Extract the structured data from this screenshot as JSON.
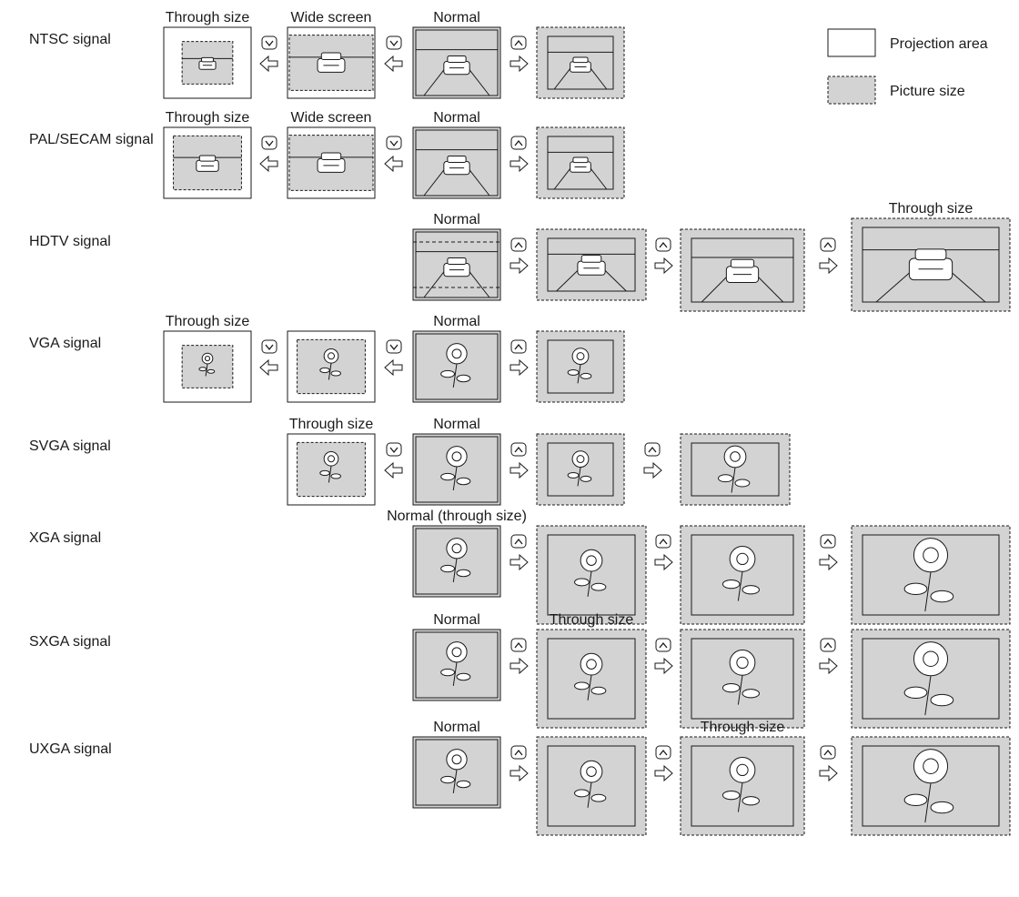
{
  "legend": {
    "projection_area": "Projection area",
    "picture_size": "Picture size"
  },
  "rows": [
    {
      "label": "NTSC signal",
      "image": "car",
      "steps": [
        {
          "caption": "Through size",
          "screen": "boxed",
          "pic": "small"
        },
        {
          "caption": "Wide screen",
          "screen": "boxed",
          "pic": "wide"
        },
        {
          "caption": "Normal",
          "screen": "filled",
          "pic": "full"
        },
        {
          "caption": "",
          "screen": "dashed",
          "pic": "zoom"
        }
      ],
      "arrows": [
        "down-left",
        "down-left",
        "up-right"
      ]
    },
    {
      "label": "PAL/SECAM signal",
      "image": "car",
      "steps": [
        {
          "caption": "Through size",
          "screen": "boxed",
          "pic": "medium"
        },
        {
          "caption": "Wide screen",
          "screen": "boxed",
          "pic": "wide"
        },
        {
          "caption": "Normal",
          "screen": "filled",
          "pic": "full"
        },
        {
          "caption": "",
          "screen": "dashed",
          "pic": "zoom"
        }
      ],
      "arrows": [
        "down-left",
        "down-left",
        "up-right"
      ]
    },
    {
      "label": "HDTV signal",
      "image": "car",
      "steps": [
        {
          "caption": "Normal",
          "screen": "filled",
          "pic": "letterbox"
        },
        {
          "caption": "",
          "screen": "dashed",
          "pic": "zoom"
        },
        {
          "caption": "",
          "screen": "dashed-wide",
          "pic": "zoom"
        },
        {
          "caption": "Through size",
          "screen": "dashed-wider",
          "pic": "zoom"
        }
      ],
      "arrows": [
        "up-right",
        "up-right",
        "up-right"
      ]
    },
    {
      "label": "VGA signal",
      "image": "rose",
      "steps": [
        {
          "caption": "Through size",
          "screen": "boxed",
          "pic": "small"
        },
        {
          "caption": "",
          "screen": "boxed",
          "pic": "medium"
        },
        {
          "caption": "Normal",
          "screen": "filled",
          "pic": "full"
        },
        {
          "caption": "",
          "screen": "dashed",
          "pic": "zoom"
        }
      ],
      "arrows": [
        "down-left",
        "down-left",
        "up-right"
      ]
    },
    {
      "label": "SVGA signal",
      "image": "rose",
      "steps": [
        {
          "caption": "Through size",
          "screen": "boxed",
          "pic": "medium"
        },
        {
          "caption": "Normal",
          "screen": "filled",
          "pic": "full"
        },
        {
          "caption": "",
          "screen": "dashed",
          "pic": "zoom"
        },
        {
          "caption": "",
          "screen": "dashed-wide",
          "pic": "zoom"
        }
      ],
      "arrows": [
        "down-left",
        "up-right",
        "up-right"
      ]
    },
    {
      "label": "XGA signal",
      "image": "rose",
      "steps": [
        {
          "caption": "Normal (through size)",
          "screen": "filled",
          "pic": "full"
        },
        {
          "caption": "",
          "screen": "dashed",
          "pic": "zoom"
        },
        {
          "caption": "",
          "screen": "dashed-wide",
          "pic": "zoom"
        },
        {
          "caption": "",
          "screen": "dashed-wider",
          "pic": "zoom"
        }
      ],
      "arrows": [
        "up-right",
        "up-right",
        "up-right"
      ]
    },
    {
      "label": "SXGA signal",
      "image": "rose",
      "steps": [
        {
          "caption": "Normal",
          "screen": "filled",
          "pic": "full"
        },
        {
          "caption": "Through size",
          "screen": "dashed",
          "pic": "zoom"
        },
        {
          "caption": "",
          "screen": "dashed-wide",
          "pic": "zoom"
        },
        {
          "caption": "",
          "screen": "dashed-wider",
          "pic": "zoom"
        }
      ],
      "arrows": [
        "up-right",
        "up-right",
        "up-right"
      ]
    },
    {
      "label": "UXGA signal",
      "image": "rose",
      "steps": [
        {
          "caption": "Normal",
          "screen": "filled",
          "pic": "full"
        },
        {
          "caption": "",
          "screen": "dashed",
          "pic": "zoom"
        },
        {
          "caption": "Through size",
          "screen": "dashed-wide",
          "pic": "zoom"
        },
        {
          "caption": "",
          "screen": "dashed-wider",
          "pic": "zoom"
        }
      ],
      "arrows": [
        "up-right",
        "up-right",
        "up-right"
      ]
    }
  ],
  "colors": {
    "line": "#1a1a1a",
    "picture_fill": "#d3d3d3",
    "background": "#ffffff"
  }
}
